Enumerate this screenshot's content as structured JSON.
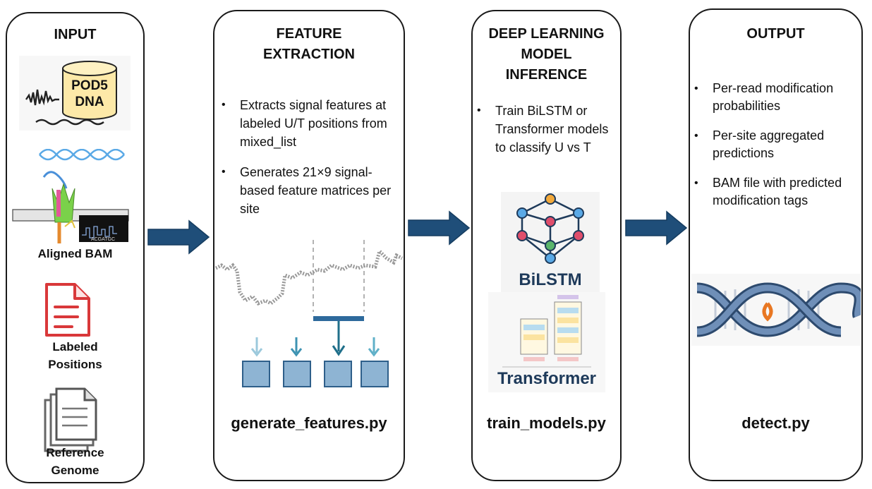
{
  "input": {
    "title": "INPUT",
    "pod5_line1": "POD5",
    "pod5_line2": "DNA",
    "seq_text": "ACGATGC",
    "items": [
      "Aligned BAM",
      "Labeled\nPositions",
      "Reference\nGenome"
    ]
  },
  "feature": {
    "title": "FEATURE\nEXTRACTION",
    "bullets": [
      "Extracts signal features at labeled U/T positions from mixed_list",
      "Generates 21×9 signal-based feature matrices per site"
    ],
    "script": "generate_features.py"
  },
  "model": {
    "title": "DEEP LEARNING\nMODEL\nINFERENCE",
    "bullets": [
      "Train BiLSTM or Transformer models to classify U vs T"
    ],
    "bilstm_label": "BiLSTM",
    "transformer_label": "Transformer",
    "script": "train_models.py"
  },
  "output": {
    "title": "OUTPUT",
    "bullets": [
      "Per-read modification probabilities",
      "Per-site aggregated predictions",
      "BAM file with predicted modification tags"
    ],
    "script": "detect.py"
  },
  "colors": {
    "arrow": "#1f4e79",
    "feature_box": "#8eb4d3",
    "feature_box_border": "#2e5f8a",
    "bar": "#2e6a9c",
    "doc_red": "#d9383a",
    "dna_blue": "#4a6d96",
    "dna_orange": "#e87722"
  }
}
